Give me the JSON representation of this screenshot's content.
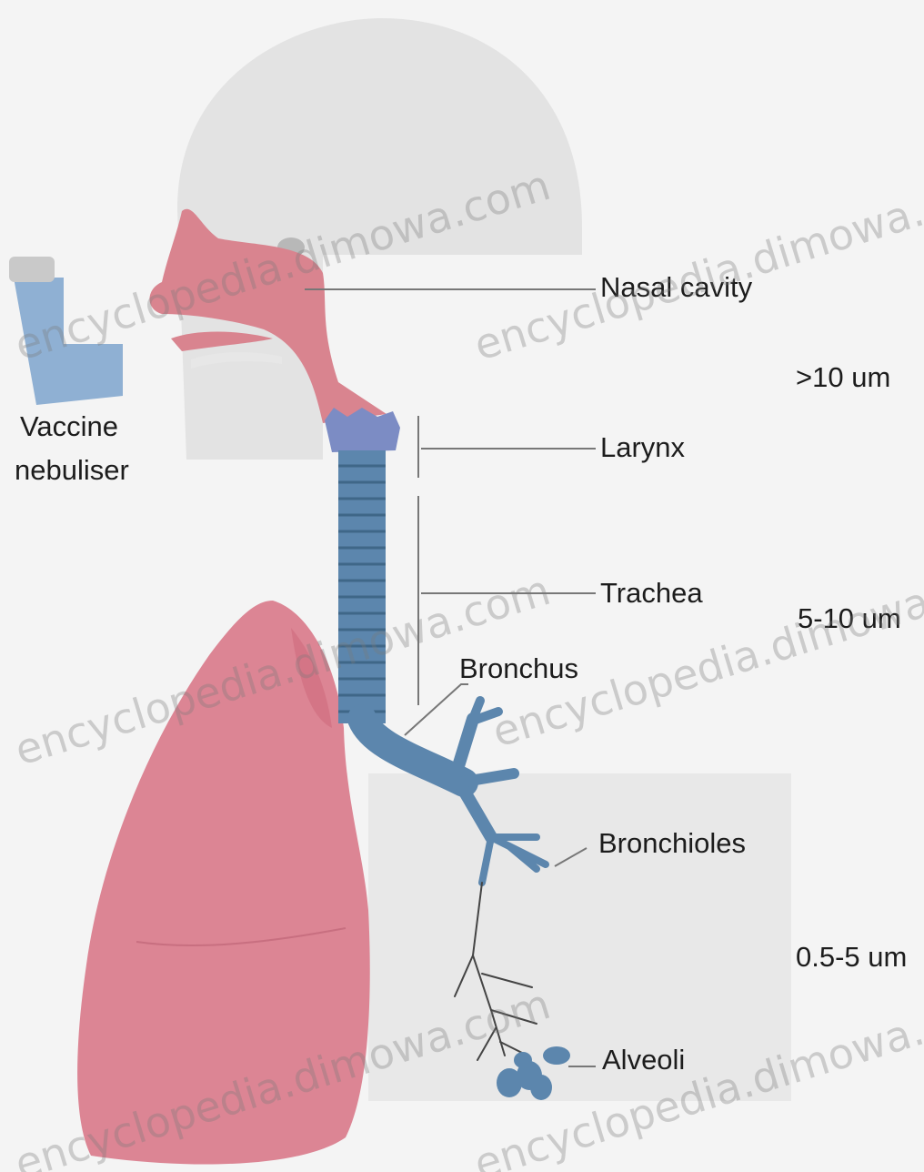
{
  "labels": {
    "vaccine_nebuliser_line1": "Vaccine",
    "vaccine_nebuliser_line2": "nebuliser",
    "nasal_cavity": "Nasal cavity",
    "larynx": "Larynx",
    "trachea": "Trachea",
    "bronchus": "Bronchus",
    "bronchioles": "Bronchioles",
    "alveoli": "Alveoli"
  },
  "particle_sizes": {
    "upper": ">10 um",
    "middle": "5-10 um",
    "lower": "0.5-5 um"
  },
  "watermark": "encyclopedia.dimowa.com",
  "colors": {
    "lung": "#d97f8f",
    "airway": "#5b86ad",
    "head": "#e2e2e2",
    "nebuliser": "#8fb0d3"
  }
}
